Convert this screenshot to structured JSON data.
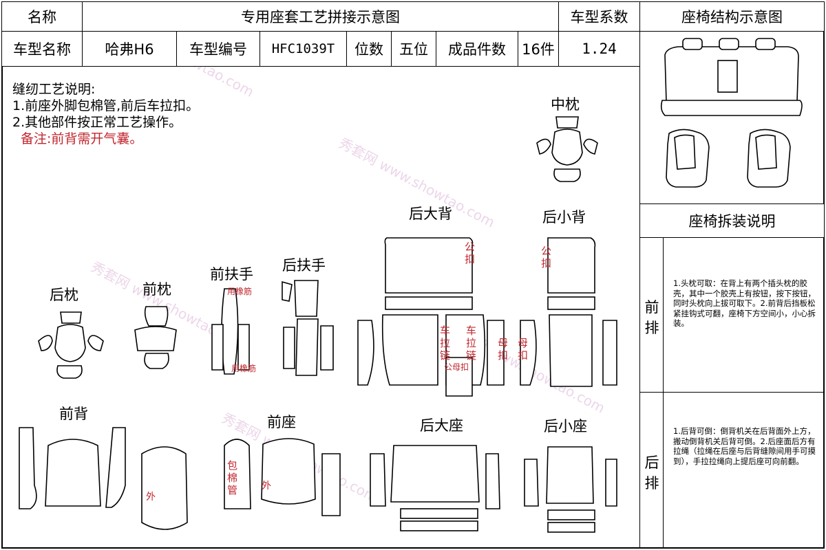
{
  "header": {
    "name_label": "名称",
    "title": "专用座套工艺拼接示意图",
    "coef_label": "车型系数",
    "structure_label": "座椅结构示意图"
  },
  "info": {
    "model_name_label": "车型名称",
    "model_name": "哈弗H6",
    "model_no_label": "车型编号",
    "model_no": "HFC1039T",
    "seats_label": "位数",
    "seats": "五位",
    "pieces_label": "成品件数",
    "pieces": "16件",
    "coef_value": "1.24"
  },
  "sewing": {
    "title": "缝纫工艺说明:",
    "line1": "1.前座外脚包棉管,前后车拉扣。",
    "line2": "2.其他部件按正常工艺操作。",
    "remark": "备注:前背需开气囊。"
  },
  "parts": {
    "middle_pillow": "中枕",
    "rear_pillow": "后枕",
    "front_pillow": "前枕",
    "front_armrest": "前扶手",
    "rear_armrest": "后扶手",
    "rear_big_back": "后大背",
    "rear_small_back": "后小背",
    "front_back": "前背",
    "front_seat": "前座",
    "rear_big_seat": "后大座",
    "rear_small_seat": "后小座"
  },
  "marks": {
    "elastic_1": "用橡筋",
    "elastic_2": "用橡筋",
    "male_buckle_1": "公扣",
    "male_buckle_2": "公扣",
    "zip_1": "车拉链",
    "zip_2": "车拉链",
    "female_buckle_1": "母扣",
    "female_buckle_2": "母扣",
    "male_female": "公母扣",
    "outer_1": "外",
    "outer_2": "外",
    "cotton_tube": "包棉管"
  },
  "disassembly": {
    "title": "座椅拆装说明",
    "front_label": "前排",
    "front_text": "1.头枕可取：在背上有两个插头枕的胶壳，其中一个胶壳上有按钮，按下按钮，同时头枕向上拔可取下。2.前背后挡板松紧挂钩式可翻，座椅下方空间小，小心拆装。",
    "rear_label": "后排",
    "rear_text": "1.后背可倒：倒背机关在后背面外上方，搬动倒背机关后背可倒。2.后座面后方有拉绳（拉绳在后座与后背缝隙间用手可摸到），手拉拉绳向上提后座可向前翻。"
  },
  "watermark": {
    "brand": "秀套网",
    "site": "www.showtao.com"
  },
  "colors": {
    "annotation_red": "#c0262d",
    "watermark_pink": "#ddb6d8"
  }
}
